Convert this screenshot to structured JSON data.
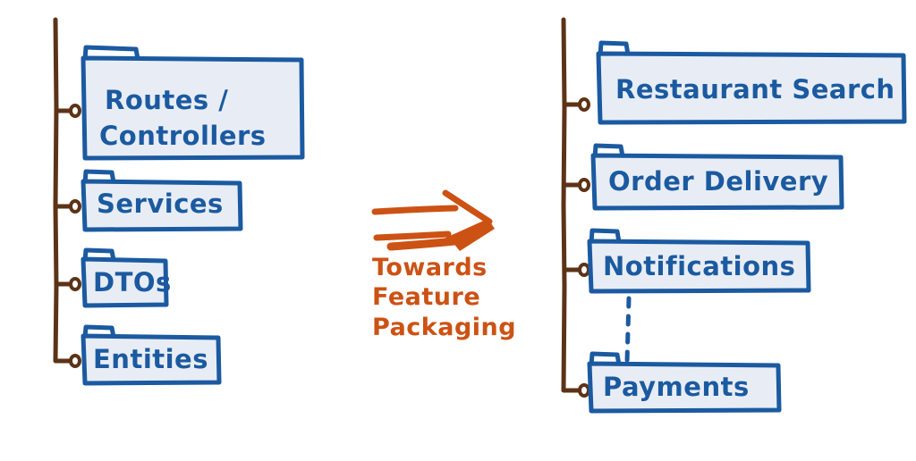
{
  "diagram": {
    "title": "Towards Feature Packaging",
    "colors": {
      "folder_border": "#1B5AA0",
      "folder_fill": "#E8EDF5",
      "tree_line": "#5C3317",
      "annotation": "#CC5214",
      "background": "#FFFFFF"
    },
    "left_tree": {
      "name": "technical-layer-structure",
      "folders": [
        {
          "label": "Routes /",
          "label2": "Controllers",
          "lines": 2
        },
        {
          "label": "Services",
          "lines": 1
        },
        {
          "label": "DTOs",
          "lines": 1
        },
        {
          "label": "Entities",
          "lines": 1
        }
      ]
    },
    "right_tree": {
      "name": "feature-package-structure",
      "folders": [
        {
          "label": "Restaurant Search",
          "lines": 1
        },
        {
          "label": "Order Delivery",
          "lines": 1
        },
        {
          "label": "Notifications",
          "lines": 1
        },
        {
          "label": "Payments",
          "lines": 1
        }
      ]
    },
    "annotation": {
      "name": "towards-feature-packaging-note",
      "line1": "Towards",
      "line2": "Feature",
      "line3": "Packaging",
      "arrow_direction": "right"
    }
  }
}
